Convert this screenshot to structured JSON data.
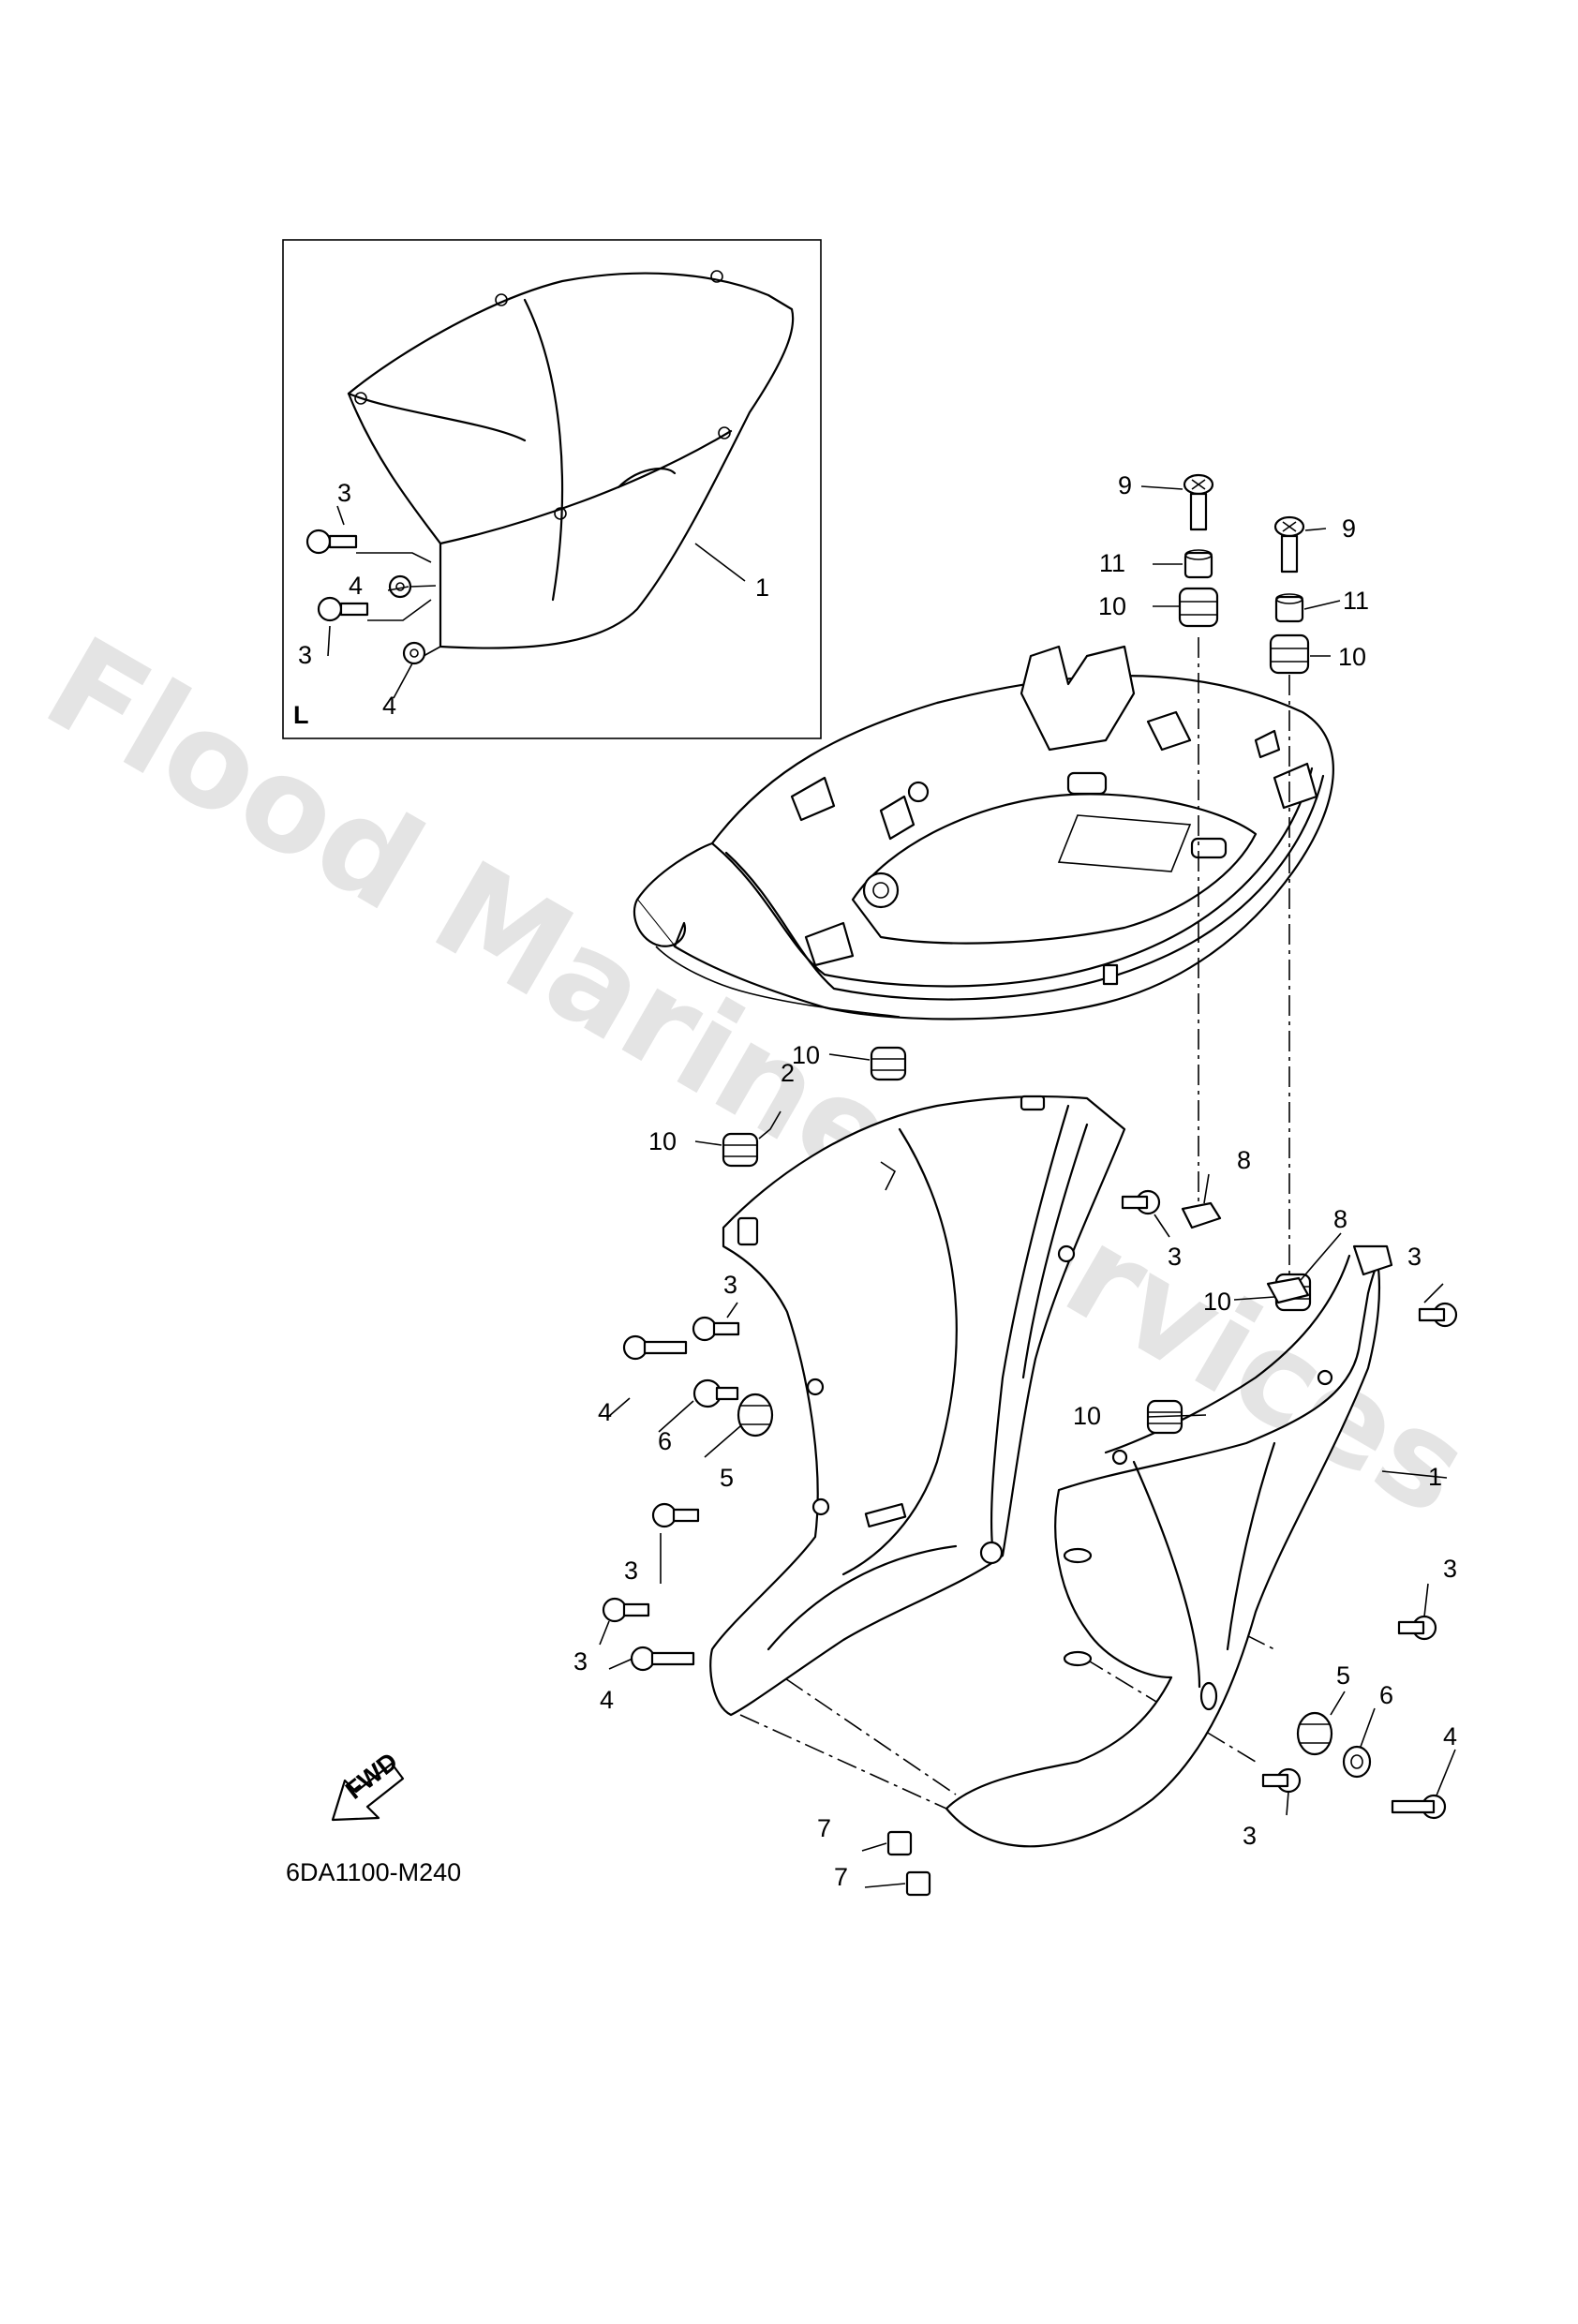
{
  "diagram": {
    "code": "6DA1100-M240",
    "inset_letter": "L",
    "fwd_label": "FWD",
    "watermark": "Flood Marine Services",
    "callouts": [
      {
        "id": "c-inset-1",
        "text": "1"
      },
      {
        "id": "c-inset-3a",
        "text": "3"
      },
      {
        "id": "c-inset-4a",
        "text": "4"
      },
      {
        "id": "c-inset-3b",
        "text": "3"
      },
      {
        "id": "c-inset-4b",
        "text": "4"
      },
      {
        "id": "c-9a",
        "text": "9"
      },
      {
        "id": "c-11a",
        "text": "11"
      },
      {
        "id": "c-10a",
        "text": "10"
      },
      {
        "id": "c-9b",
        "text": "9"
      },
      {
        "id": "c-11b",
        "text": "11"
      },
      {
        "id": "c-10b",
        "text": "10"
      },
      {
        "id": "c-10c",
        "text": "10"
      },
      {
        "id": "c-2",
        "text": "2"
      },
      {
        "id": "c-10d",
        "text": "10"
      },
      {
        "id": "c-8a",
        "text": "8"
      },
      {
        "id": "c-8b",
        "text": "8"
      },
      {
        "id": "c-3a",
        "text": "3"
      },
      {
        "id": "c-3b",
        "text": "3"
      },
      {
        "id": "c-10e",
        "text": "10"
      },
      {
        "id": "c-3c",
        "text": "3"
      },
      {
        "id": "c-4a",
        "text": "4"
      },
      {
        "id": "c-6a",
        "text": "6"
      },
      {
        "id": "c-5a",
        "text": "5"
      },
      {
        "id": "c-10f",
        "text": "10"
      },
      {
        "id": "c-1",
        "text": "1"
      },
      {
        "id": "c-3d",
        "text": "3"
      },
      {
        "id": "c-3e",
        "text": "3"
      },
      {
        "id": "c-3f",
        "text": "3"
      },
      {
        "id": "c-4b",
        "text": "4"
      },
      {
        "id": "c-5b",
        "text": "5"
      },
      {
        "id": "c-6b",
        "text": "6"
      },
      {
        "id": "c-4c",
        "text": "4"
      },
      {
        "id": "c-3g",
        "text": "3"
      },
      {
        "id": "c-7a",
        "text": "7"
      },
      {
        "id": "c-7b",
        "text": "7"
      }
    ]
  }
}
